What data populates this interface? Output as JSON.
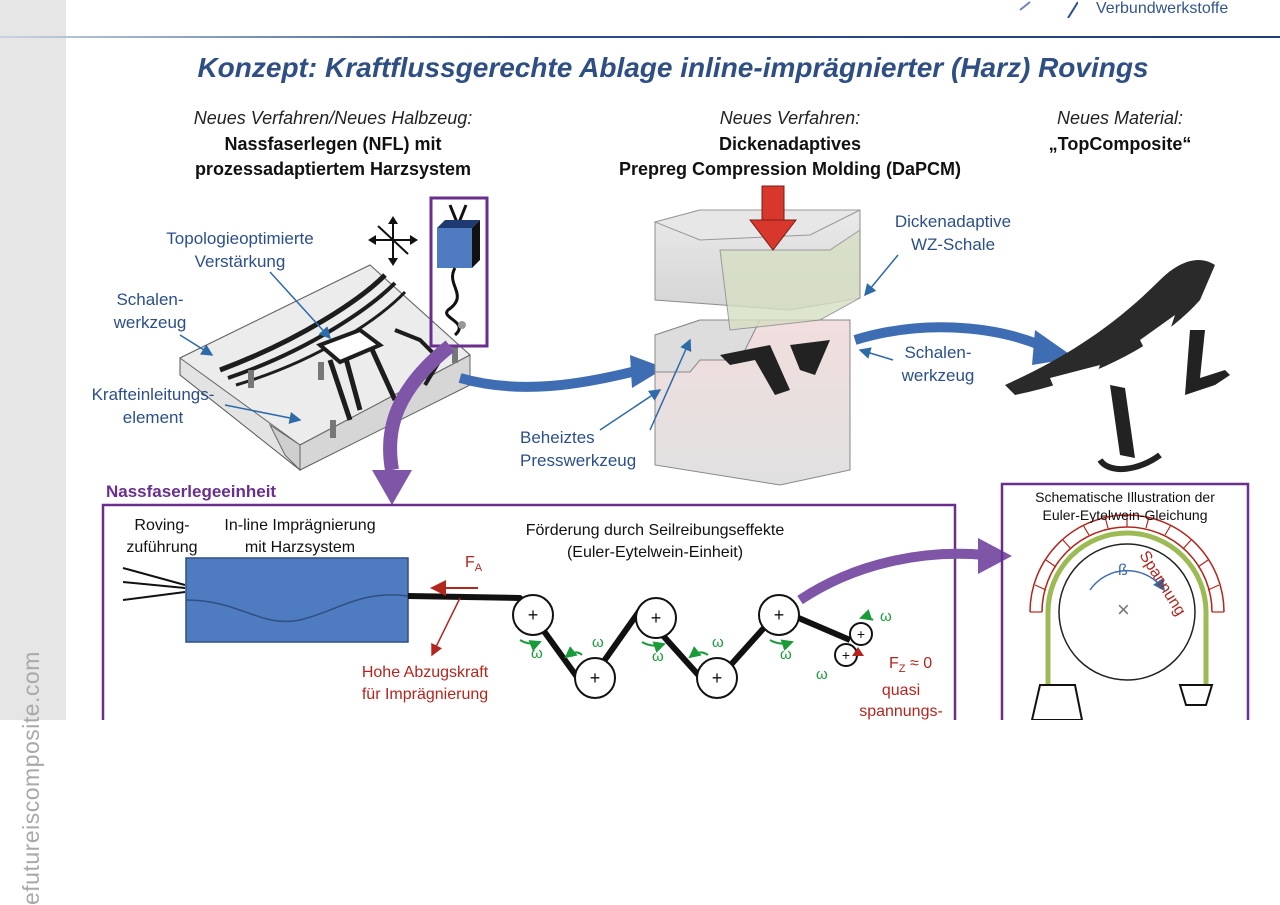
{
  "header": {
    "brand": "Verbundwerkstoffe",
    "title": "Konzept: Kraftflussgerechte Ablage inline-imprägnierter (Harz) Rovings"
  },
  "sidebar": {
    "url": "efutureiscomposite.com"
  },
  "columns": [
    {
      "subtitle": "Neues Verfahren/Neues Halbzeug:",
      "lines": [
        "Nassfaserlegen (NFL) mit",
        "prozessadaptiertem Harzsystem"
      ]
    },
    {
      "subtitle": "Neues Verfahren:",
      "lines": [
        "Dickenadaptives",
        "Prepreg Compression Molding (DaPCM)"
      ]
    },
    {
      "subtitle": "Neues Material:",
      "lines": [
        "„TopComposite“"
      ]
    }
  ],
  "left_labels": {
    "topologie": [
      "Topologieoptimierte",
      "Verstärkung"
    ],
    "schalenwerkzeug": [
      "Schalen-",
      "werkzeug"
    ],
    "krafteinleitung": [
      "Krafteinleitungs-",
      "element"
    ]
  },
  "middle_labels": {
    "dickenadaptive": [
      "Dickenadaptive",
      "WZ-Schale"
    ],
    "schalenwerkzeug": [
      "Schalen-",
      "werkzeug"
    ],
    "beheiztes": [
      "Beheiztes",
      "Presswerkzeug"
    ]
  },
  "nfl_section": {
    "title": "Nassfaserlegeeinheit",
    "roving": [
      "Roving-",
      "zuführung"
    ],
    "impraegnierung": [
      "In-line Imprägnierung",
      "mit Harzsystem"
    ],
    "foerderung": [
      "Förderung durch Seilreibungseffekte",
      "(Euler-Eytelwein-Einheit)"
    ],
    "fa_label": "F",
    "fa_sub": "A",
    "abzug": [
      "Hohe Abzugskraft",
      "für Imprägnierung"
    ],
    "omega": "ω",
    "fz_label": "F",
    "fz_sub": "Z",
    "fz_value": "≈ 0",
    "quasi": [
      "quasi",
      "spannungs-"
    ]
  },
  "euler_section": {
    "title": [
      "Schematische Illustration der",
      "Euler-Eytelwein-Gleichung"
    ],
    "beta": "ß",
    "spannung": "Spannung",
    "center_mark": "×"
  },
  "colors": {
    "title_blue": "#2f4f84",
    "label_blue": "#2c4f8a",
    "purple": "#6a2e8e",
    "red": "#b3261e",
    "green": "#1a9b3a",
    "box_blue": "#4f7cc0"
  }
}
